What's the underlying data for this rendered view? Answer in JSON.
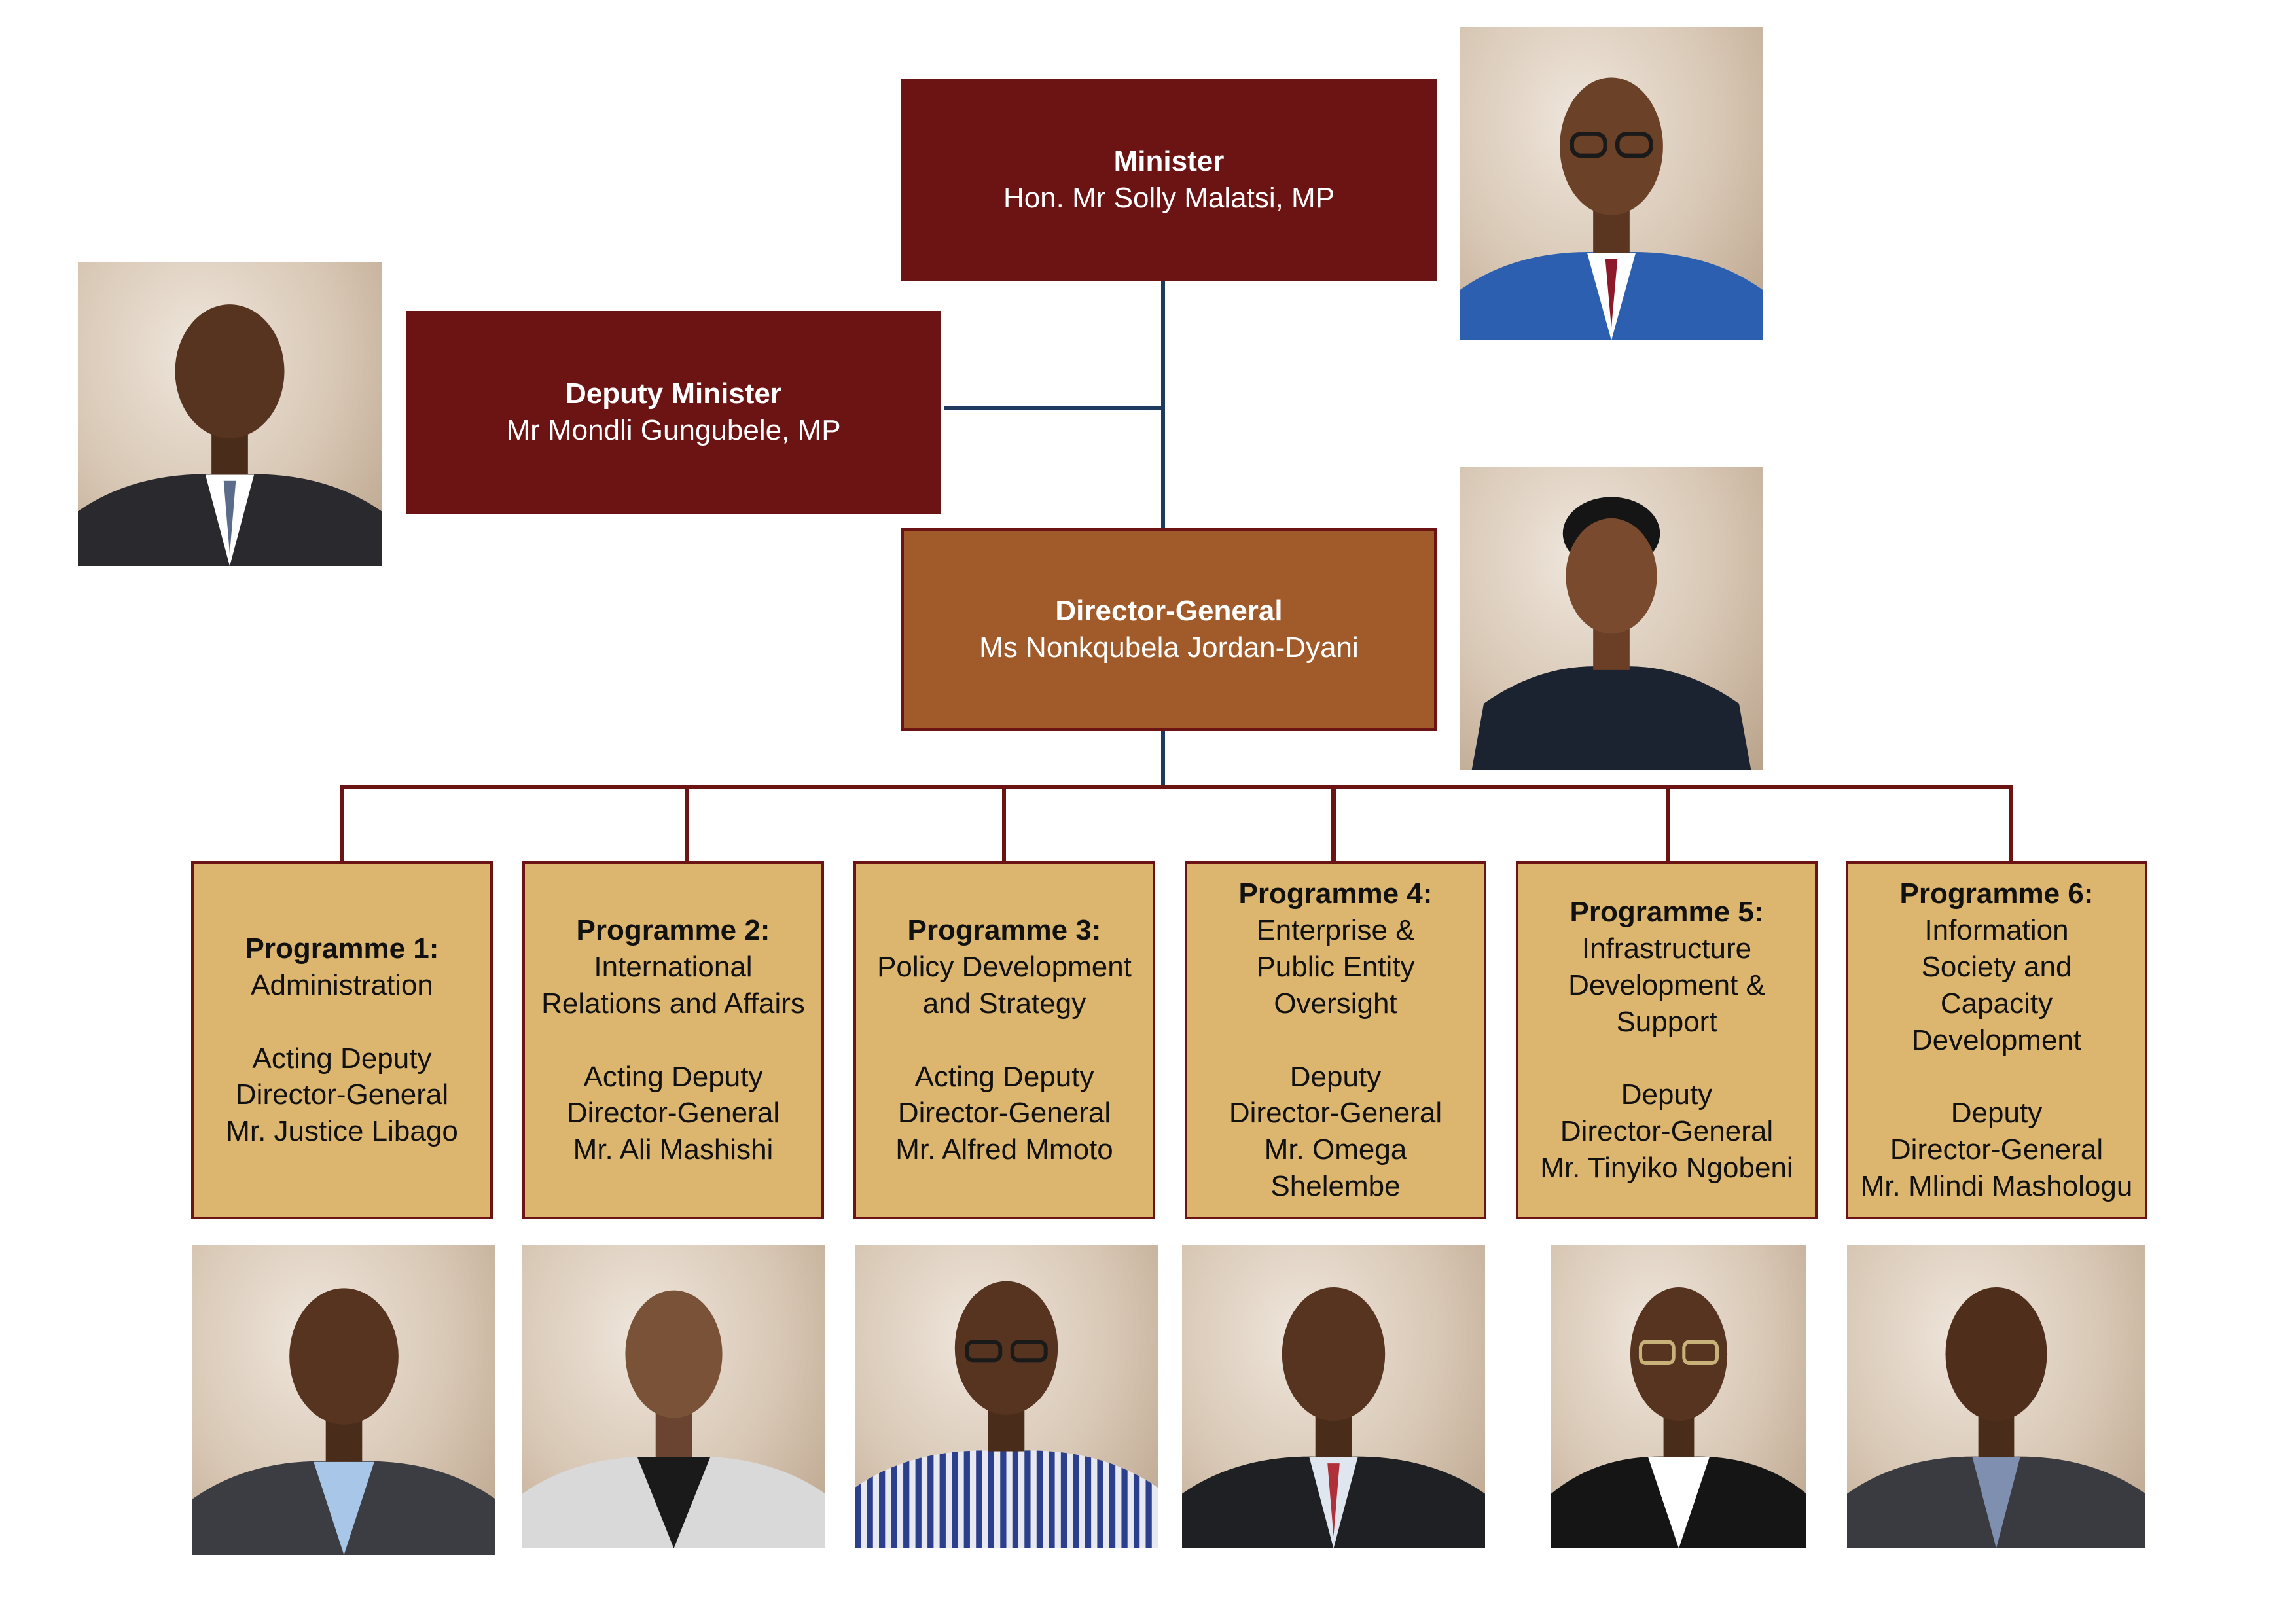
{
  "minister": {
    "title": "Minister",
    "name": "Hon. Mr Solly Malatsi, MP"
  },
  "deputy_minister": {
    "title": "Deputy Minister",
    "name": "Mr Mondli Gungubele, MP"
  },
  "director_general": {
    "title": "Director-General",
    "name": "Ms Nonkqubela Jordan-Dyani"
  },
  "programmes": [
    {
      "title": "Programme 1:",
      "desc": [
        "Administration"
      ],
      "role": [
        "Acting Deputy",
        "Director-General"
      ],
      "name": [
        "Mr. Justice Libago"
      ]
    },
    {
      "title": "Programme 2:",
      "desc": [
        "International",
        "Relations and Affairs"
      ],
      "role": [
        "Acting Deputy",
        "Director-General"
      ],
      "name": [
        "Mr. Ali Mashishi"
      ]
    },
    {
      "title": "Programme 3:",
      "desc": [
        "Policy Development",
        "and Strategy"
      ],
      "role": [
        "Acting Deputy",
        "Director-General"
      ],
      "name": [
        "Mr. Alfred Mmoto"
      ]
    },
    {
      "title": "Programme 4:",
      "desc": [
        "Enterprise &",
        "Public Entity",
        "Oversight"
      ],
      "role": [
        "Deputy",
        "Director-General"
      ],
      "name": [
        "Mr. Omega",
        "Shelembe"
      ]
    },
    {
      "title": "Programme 5:",
      "desc": [
        "Infrastructure",
        "Development &",
        "Support"
      ],
      "role": [
        "Deputy",
        "Director-General"
      ],
      "name": [
        "Mr. Tinyiko Ngobeni"
      ]
    },
    {
      "title": "Programme 6:",
      "desc": [
        "Information",
        "Society and",
        "Capacity",
        "Development"
      ],
      "role": [
        "Deputy",
        "Director-General"
      ],
      "name": [
        "Mr. Mlindi Mashologu"
      ]
    }
  ],
  "colors": {
    "executive": "#6c1414",
    "director_general": "#a15a2a",
    "programme": "#dcb56f",
    "connector_top": "#1f3a5f",
    "connector_bottom": "#6c1414"
  }
}
